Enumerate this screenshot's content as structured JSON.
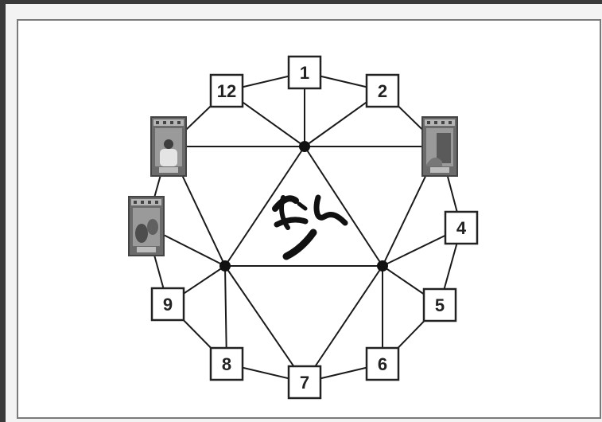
{
  "diagram": {
    "positions": [
      {
        "id": 1,
        "label": "1",
        "kind": "box"
      },
      {
        "id": 2,
        "label": "2",
        "kind": "box"
      },
      {
        "id": 3,
        "label": "",
        "kind": "card",
        "card_desc": "tarot-card-tower"
      },
      {
        "id": 4,
        "label": "4",
        "kind": "box"
      },
      {
        "id": 5,
        "label": "5",
        "kind": "box"
      },
      {
        "id": 6,
        "label": "6",
        "kind": "box"
      },
      {
        "id": 7,
        "label": "7",
        "kind": "box"
      },
      {
        "id": 8,
        "label": "8",
        "kind": "box"
      },
      {
        "id": 9,
        "label": "9",
        "kind": "box"
      },
      {
        "id": 10,
        "label": "",
        "kind": "card",
        "card_desc": "tarot-card-figures"
      },
      {
        "id": 11,
        "label": "",
        "kind": "card",
        "card_desc": "tarot-card-person-back"
      },
      {
        "id": 12,
        "label": "12",
        "kind": "box"
      }
    ],
    "center_symbol": "glyph-icon",
    "colors": {
      "line": "#1a1a1a",
      "box_border": "#222222",
      "box_fill": "#ffffff",
      "card_border": "#444444"
    }
  }
}
